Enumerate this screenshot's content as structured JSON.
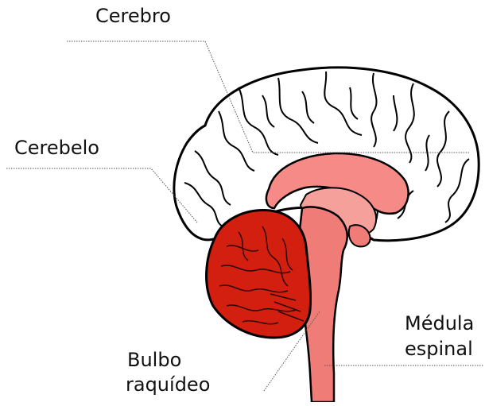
{
  "labels": {
    "cerebro": "Cerebro",
    "cerebelo": "Cerebelo",
    "bulbo_line1": "Bulbo",
    "bulbo_line2": "raquídeo",
    "medula_line1": "Médula",
    "medula_line2": "espinal"
  },
  "colors": {
    "cerebrum_fill": "#ffffff",
    "outline": "#000000",
    "corpus_callosum": "#f58a86",
    "brainstem": "#f07c78",
    "cerebellum": "#d21f10",
    "cerebellum_lines": "#2a0805",
    "leader_line": "#555555"
  }
}
